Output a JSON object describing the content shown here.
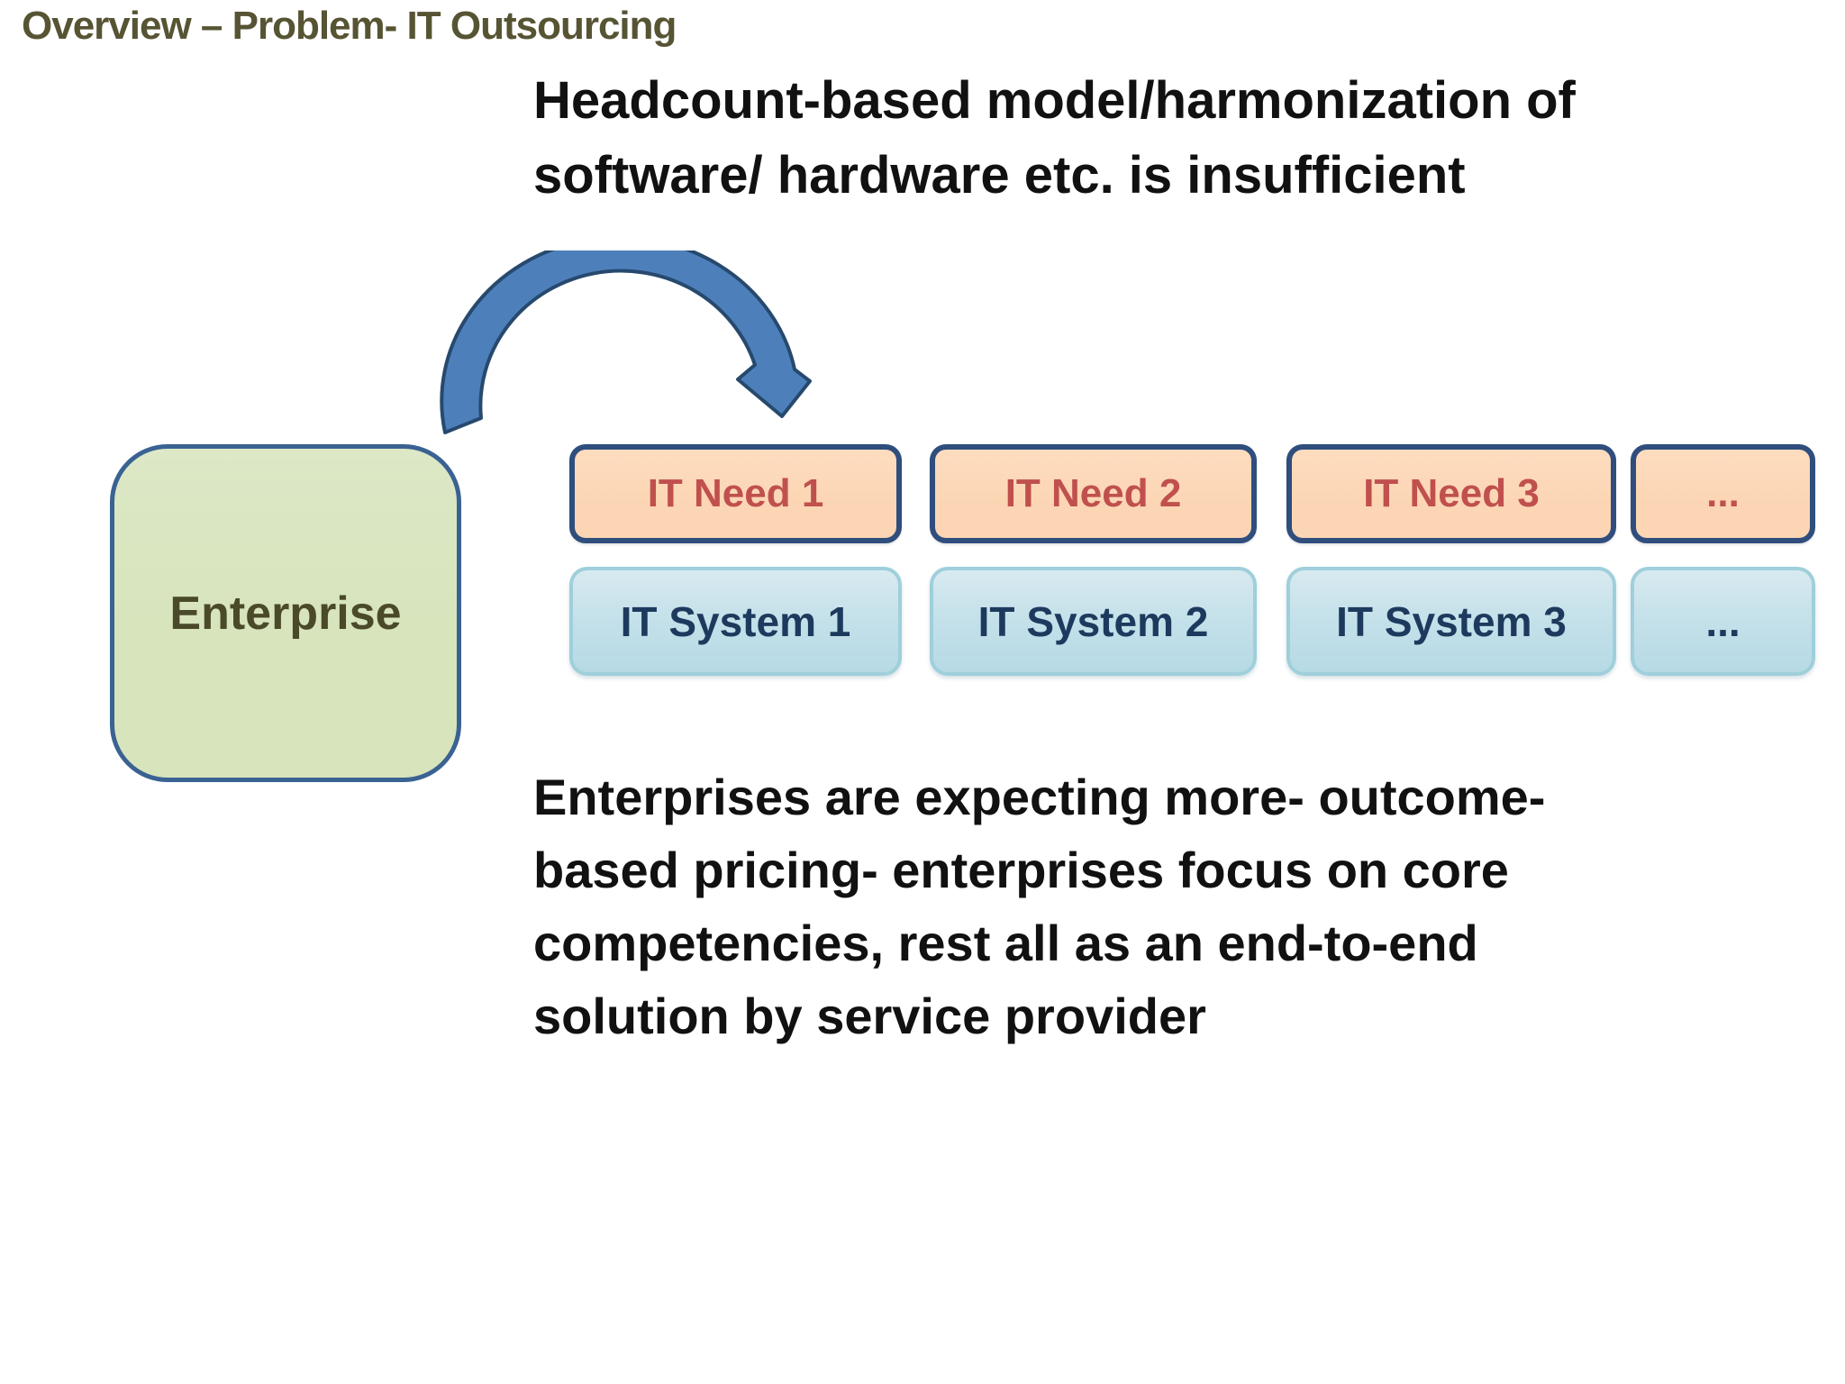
{
  "slide": {
    "title": "Overview – Problem- IT Outsourcing",
    "heading": "Headcount-based model/harmonization of\nsoftware/ hardware etc. is insufficient",
    "body": "Enterprises are expecting more- outcome-\nbased pricing- enterprises focus on core\ncompetencies, rest all as an end-to-end\nsolution by service provider",
    "enterprise_label": "Enterprise",
    "needs": [
      {
        "label": "IT Need 1"
      },
      {
        "label": "IT Need 2"
      },
      {
        "label": "IT Need 3"
      },
      {
        "label": "..."
      }
    ],
    "systems": [
      {
        "label": "IT System 1"
      },
      {
        "label": "IT System 2"
      },
      {
        "label": "IT System 3"
      },
      {
        "label": "..."
      }
    ],
    "icons": {
      "flow_arrow": "curved-right-arrow-icon"
    },
    "colors": {
      "title_text": "#565433",
      "heading_text": "#111111",
      "enterprise_fill": "#d7e4bc",
      "enterprise_border": "#3a6292",
      "enterprise_text": "#4a4a2a",
      "need_fill": "#fcd6b4",
      "need_border": "#2f4e7d",
      "need_text": "#c0504d",
      "system_fill": "#c5e1ea",
      "system_border": "#9fcfdb",
      "system_text": "#1d3a5e",
      "arrow_fill": "#4d80bb",
      "arrow_stroke": "#27496e"
    }
  }
}
